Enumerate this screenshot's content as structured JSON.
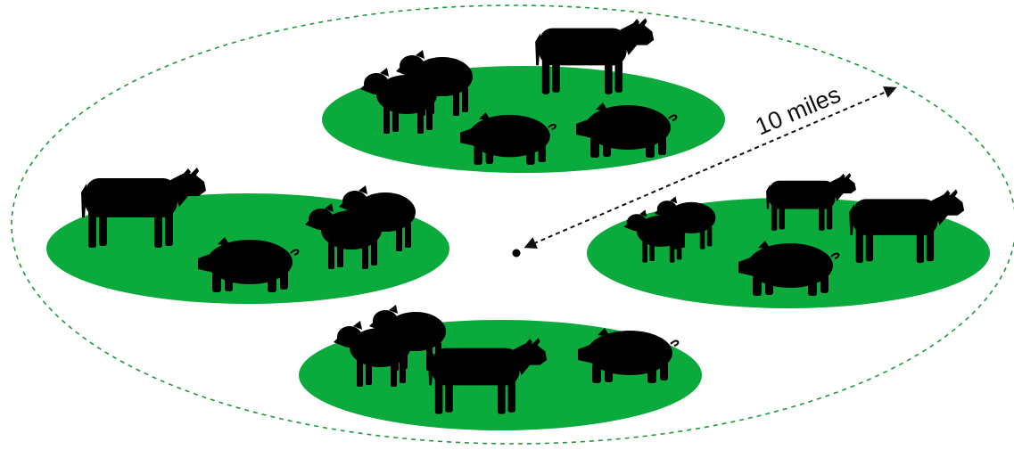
{
  "diagram": {
    "radius_label": "10 miles",
    "boundary_color": "#1e9a3a",
    "pasture_color": "#0aaa3c",
    "animal_color": "#000000",
    "pastures": [
      {
        "id": "north",
        "animals": [
          "sheep",
          "sheep",
          "cow",
          "pig",
          "pig"
        ]
      },
      {
        "id": "west",
        "animals": [
          "cow",
          "pig",
          "sheep",
          "sheep"
        ]
      },
      {
        "id": "east",
        "animals": [
          "sheep",
          "sheep",
          "cow",
          "cow",
          "pig"
        ]
      },
      {
        "id": "south",
        "animals": [
          "sheep",
          "sheep",
          "cow",
          "pig"
        ]
      }
    ]
  }
}
